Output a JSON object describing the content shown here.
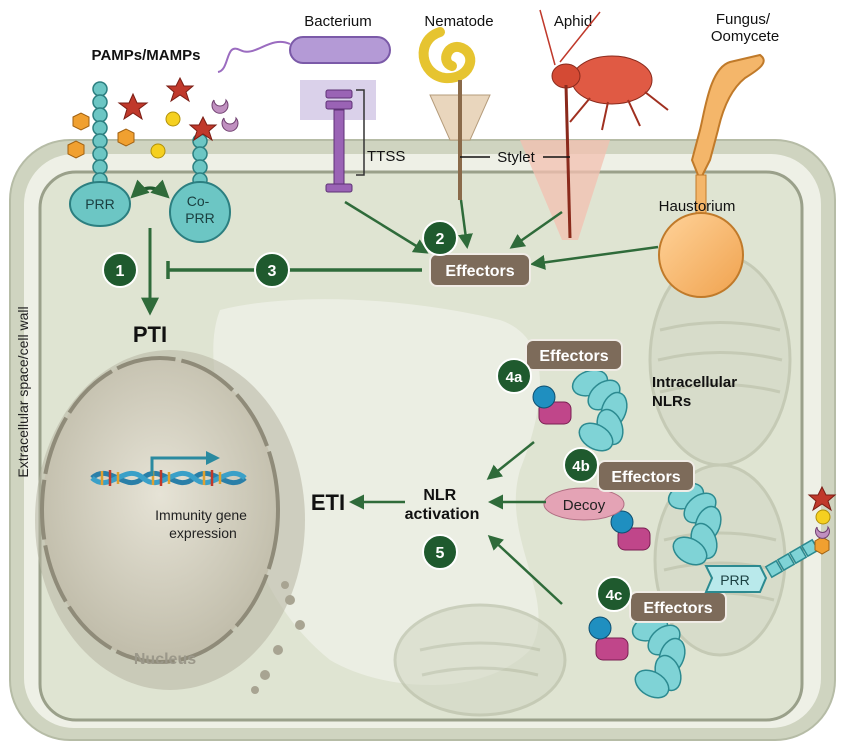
{
  "pathogens": {
    "bacterium": "Bacterium",
    "nematode": "Nematode",
    "aphid": "Aphid",
    "fungus_line1": "Fungus/",
    "fungus_line2": "Oomycete"
  },
  "labels": {
    "pamps": "PAMPs/MAMPs",
    "prr": "PRR",
    "coprr_line1": "Co-",
    "coprr_line2": "PRR",
    "ttss": "TTSS",
    "stylet": "Stylet",
    "haustorium": "Haustorium",
    "extracellular": "Extracellular space/cell wall",
    "pti": "PTI",
    "eti": "ETI",
    "nlr_line1": "NLR",
    "nlr_line2": "activation",
    "intracellular_line1": "Intracellular",
    "intracellular_line2": "NLRs",
    "decoy": "Decoy",
    "immunity_line1": "Immunity gene",
    "immunity_line2": "expression",
    "nucleus": "Nucleus",
    "prr_surface": "PRR"
  },
  "effectors": {
    "main": "Effectors",
    "e4a": "Effectors",
    "e4b": "Effectors",
    "e4c": "Effectors"
  },
  "steps": {
    "s1": "1",
    "s2": "2",
    "s3": "3",
    "s4a": "4a",
    "s4b": "4b",
    "s4c": "4c",
    "s5": "5"
  },
  "colors": {
    "cell_fill": "#dfe4d2",
    "cell_wall": "#c5cbb6",
    "step_circle": "#1f5a2e",
    "arrow": "#2f6b3a",
    "effector_box": "#7d6b5a",
    "prr_teal": "#6cc6c4",
    "nlr_teal": "#7fd3d6",
    "decoy_pink": "#e4a3b5"
  }
}
